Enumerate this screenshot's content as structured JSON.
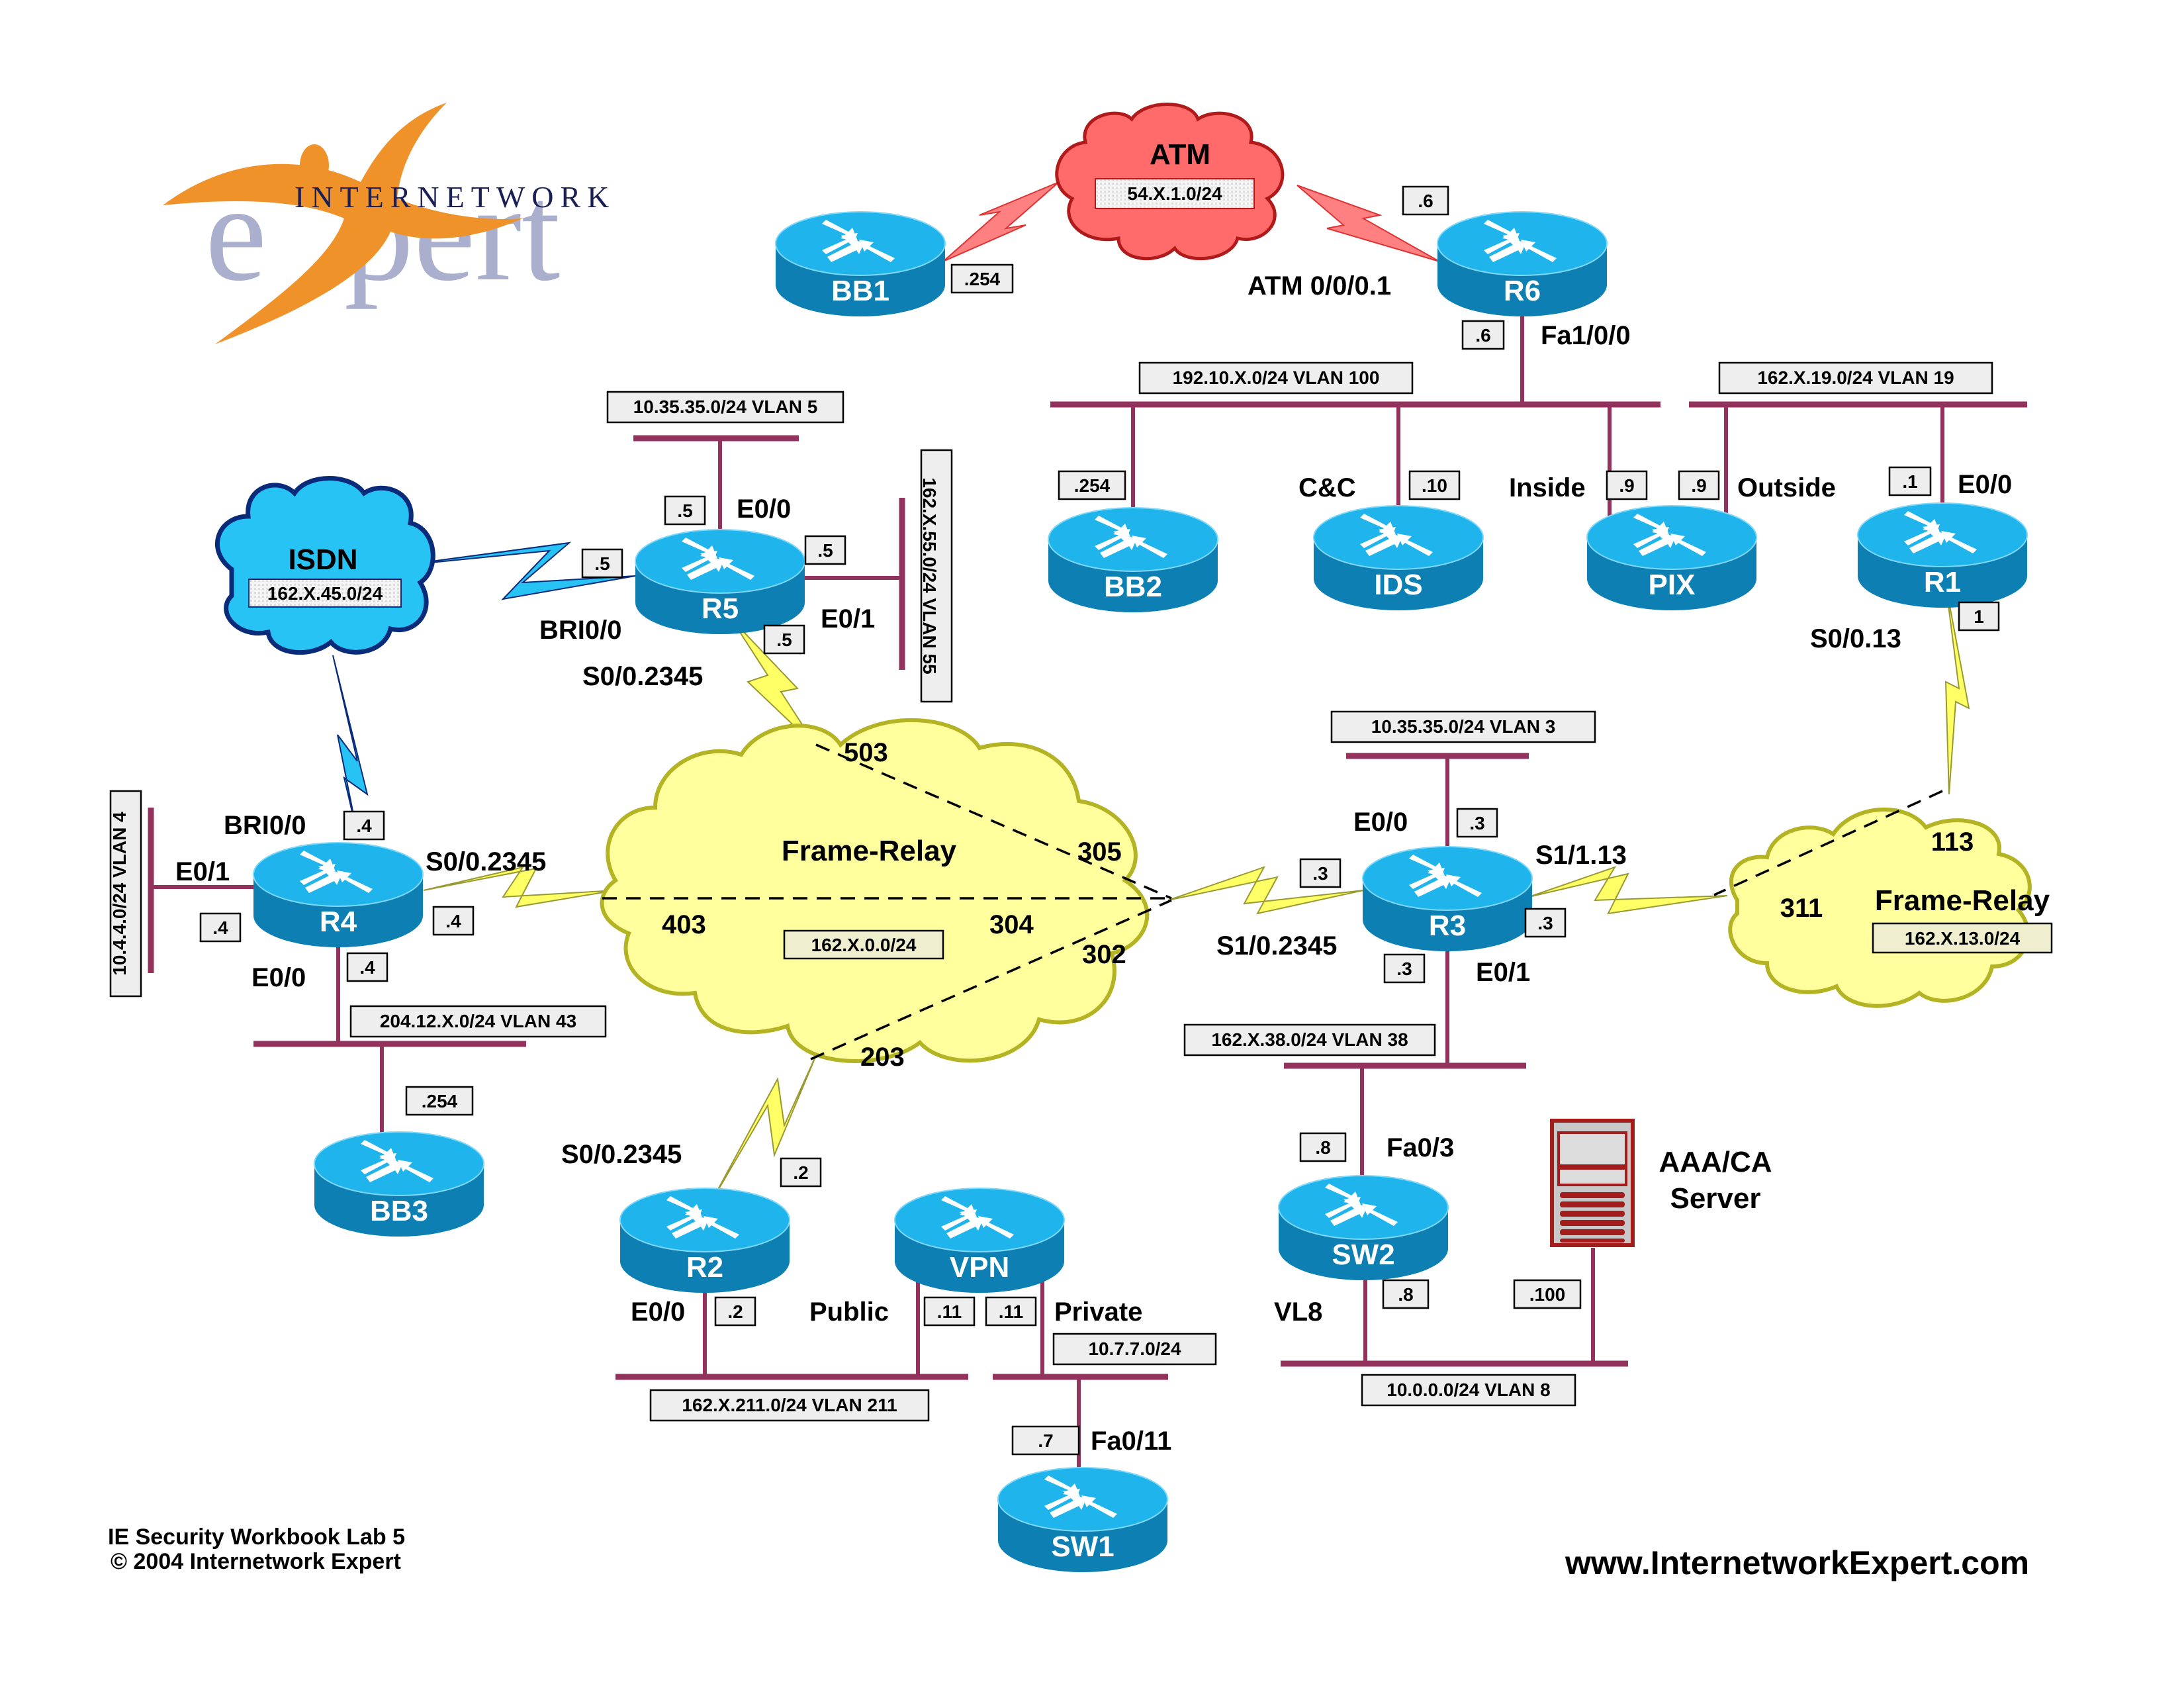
{
  "logo": {
    "top_word": "INTERNETWORK",
    "bottom_word": "expert",
    "colors": {
      "figure": "#f0922a",
      "word": "#a9afcc",
      "top_word": "#1a1f55"
    }
  },
  "clouds": {
    "atm": {
      "title": "ATM",
      "subnet": "54.X.1.0/24",
      "color": "#ff6b6b"
    },
    "isdn": {
      "title": "ISDN",
      "subnet": "162.X.45.0/24",
      "color": "#28c3f5"
    },
    "fr_main": {
      "title": "Frame-Relay",
      "subnet": "162.X.0.0/24",
      "color": "#ffff9e",
      "dlcis": {
        "d503": "503",
        "d305": "305",
        "d403": "403",
        "d304": "304",
        "d302": "302",
        "d203": "203"
      }
    },
    "fr_r1r3": {
      "title": "Frame-Relay",
      "subnet": "162.X.13.0/24",
      "color": "#ffff9e",
      "dlcis": {
        "d113": "113",
        "d311": "311"
      }
    }
  },
  "devices": {
    "bb1": "BB1",
    "r6": "R6",
    "bb2": "BB2",
    "ids": "IDS",
    "pix": "PIX",
    "r1": "R1",
    "r5": "R5",
    "r4": "R4",
    "r3": "R3",
    "bb3": "BB3",
    "r2": "R2",
    "vpn": "VPN",
    "sw2": "SW2",
    "sw1": "SW1",
    "server": "AAA/CA\nServer",
    "server_line1": "AAA/CA",
    "server_line2": "Server"
  },
  "segments": {
    "vlan100": "192.10.X.0/24 VLAN 100",
    "vlan19": "162.X.19.0/24 VLAN 19",
    "vlan5": "10.35.35.0/24 VLAN 5",
    "vlan55": "162.X.55.0/24 VLAN 55",
    "vlan4": "10.4.4.0/24 VLAN 4",
    "vlan43": "204.12.X.0/24 VLAN 43",
    "vlan3": "10.35.35.0/24 VLAN 3",
    "vlan38": "162.X.38.0/24 VLAN 38",
    "vlan211": "162.X.211.0/24 VLAN 211",
    "vpn_private": "10.7.7.0/24",
    "vlan8": "10.0.0.0/24 VLAN 8"
  },
  "interfaces": {
    "r6_atm": "ATM 0/0/0.1",
    "r6_fa": "Fa1/0/0",
    "ids_cc": "C&C",
    "pix_inside": "Inside",
    "pix_outside": "Outside",
    "r1_e00": "E0/0",
    "r1_s0": "S0/0.13",
    "r5_e00": "E0/0",
    "r5_e01": "E0/1",
    "r5_bri": "BRI0/0",
    "r5_s0": "S0/0.2345",
    "r4_bri": "BRI0/0",
    "r4_e01": "E0/1",
    "r4_s0": "S0/0.2345",
    "r4_e00": "E0/0",
    "r3_e00": "E0/0",
    "r3_s11": "S1/1.13",
    "r3_s10": "S1/0.2345",
    "r3_e01": "E0/1",
    "r2_s0": "S0/0.2345",
    "r2_e00": "E0/0",
    "vpn_public": "Public",
    "vpn_private": "Private",
    "sw2_fa": "Fa0/3",
    "sw2_vl": "VL8",
    "sw1_fa": "Fa0/11"
  },
  "hosts": {
    "bb1": ".254",
    "r6_atm": ".6",
    "r6_fa": ".6",
    "bb2": ".254",
    "ids": ".10",
    "pix_in": ".9",
    "pix_out": ".9",
    "r1_e": ".1",
    "r1_s": "1",
    "r5_e00": ".5",
    "r5_e01": ".5",
    "r5_bri": ".5",
    "r5_s0": ".5",
    "r4_bri": ".4",
    "r4_e01": ".4",
    "r4_s0": ".4",
    "r4_e00": ".4",
    "bb3": ".254",
    "r3_e00": ".3",
    "r3_s10": ".3",
    "r3_s11": ".3",
    "r3_e01": ".3",
    "r2_s0": ".2",
    "r2_e00": ".2",
    "vpn_pub": ".11",
    "vpn_priv": ".11",
    "sw2_fa": ".8",
    "sw2_vl": ".8",
    "server": ".100",
    "sw1": ".7"
  },
  "footer": {
    "line1": "IE Security Workbook Lab 5",
    "line2": "© 2004 Internetwork Expert",
    "url": "www.InternetworkExpert.com"
  },
  "colors": {
    "router_top": "#1fb4ec",
    "router_side": "#0d7fb3",
    "ethernet": "#94325e",
    "serial": "#ffff66",
    "server": "#a31d1d"
  }
}
